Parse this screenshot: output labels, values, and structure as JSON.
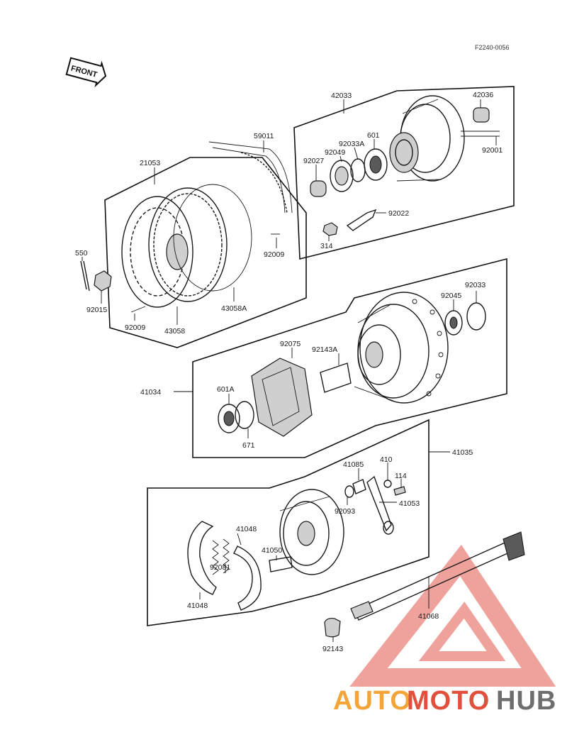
{
  "diagram": {
    "figure_code": "F2240-0056",
    "front_label": "FRONT",
    "labels": {
      "p42033": "42033",
      "p42036": "42036",
      "p92001": "92001",
      "p601": "601",
      "p92033a": "92033A",
      "p92049": "92049",
      "p92027": "92027",
      "p92022": "92022",
      "p314": "314",
      "p59011": "59011",
      "p21053": "21053",
      "p550": "550",
      "p92015": "92015",
      "p92009a": "92009",
      "p92009b": "92009",
      "p43058": "43058",
      "p43058a": "43058A",
      "p92033": "92033",
      "p92045": "92045",
      "p92075": "92075",
      "p92143a": "92143A",
      "p41034": "41034",
      "p601a": "601A",
      "p671": "671",
      "p41035": "41035",
      "p41085": "41085",
      "p410": "410",
      "p114": "114",
      "p92093": "92093",
      "p41053": "41053",
      "p41048a": "41048",
      "p41048b": "41048",
      "p41050": "41050",
      "p92081": "92081",
      "p41068": "41068",
      "p92143": "92143"
    }
  },
  "watermark": {
    "part1": "AUTO",
    "part2": "MOTO",
    "part3": "HUB",
    "colors": {
      "auto": "#f3a53a",
      "moto": "#e0503c",
      "hub": "#6e6e6e",
      "triangle": "#e2574a"
    }
  }
}
